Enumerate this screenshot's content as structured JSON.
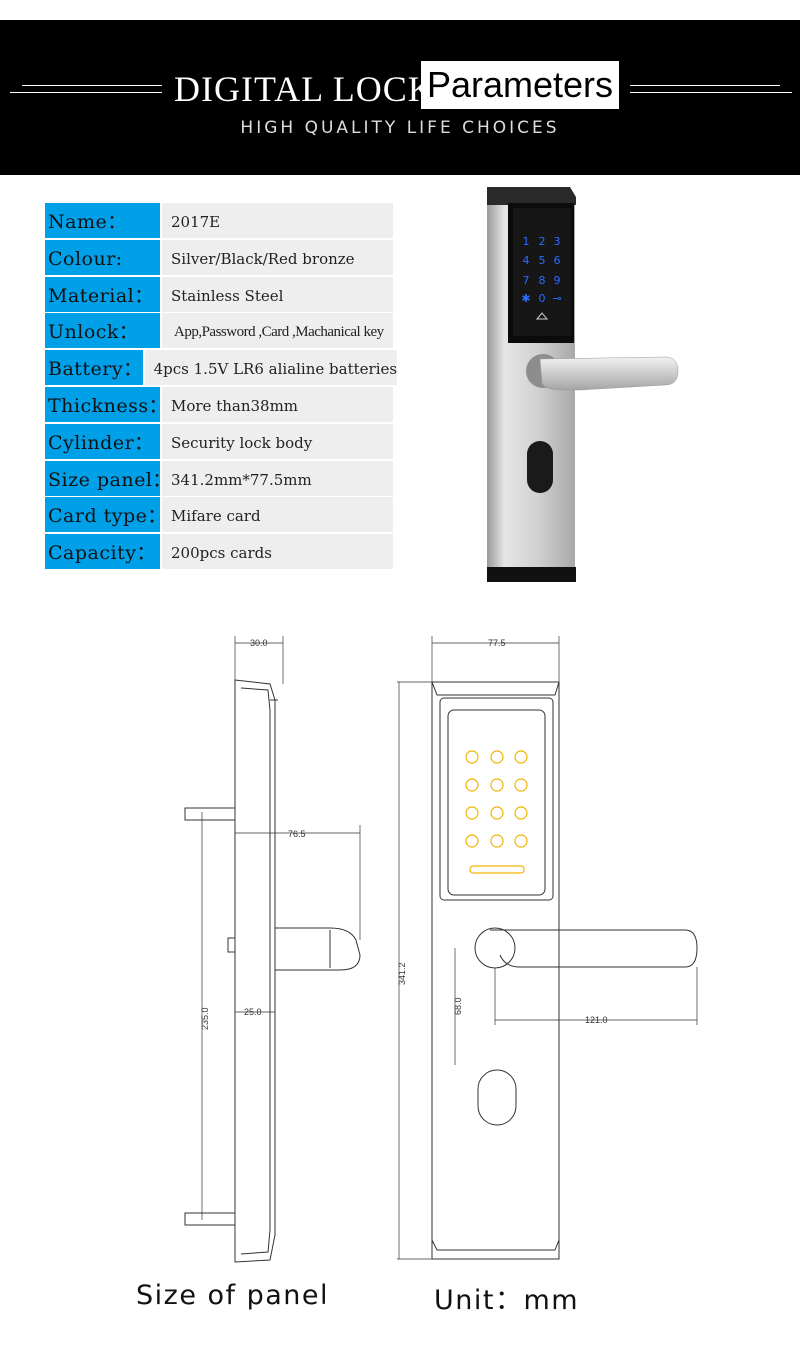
{
  "header": {
    "title_left": "DIGITAL LOCK",
    "title_right": "Parameters",
    "subtitle": "HIGH QUALITY LIFE CHOICES"
  },
  "specs": [
    {
      "label": "Name：",
      "value": "2017E"
    },
    {
      "label": "Colour:",
      "value": "Silver/Black/Red bronze"
    },
    {
      "label": "Material：",
      "value": "Stainless Steel"
    },
    {
      "label": "Unlock：",
      "value": "App,Password ,Card ,Machanical key"
    },
    {
      "label": "Battery：",
      "value": "4pcs 1.5V LR6 alialine batteries"
    },
    {
      "label": "Thickness：",
      "value": "More than38mm"
    },
    {
      "label": "Cylinder：",
      "value": "Security lock body"
    },
    {
      "label": "Size panel：",
      "value": "341.2mm*77.5mm"
    },
    {
      "label": "Card type：",
      "value": "Mifare card"
    },
    {
      "label": "Capacity：",
      "value": "200pcs cards"
    }
  ],
  "keypad": [
    "1",
    "2",
    "3",
    "4",
    "5",
    "6",
    "7",
    "8",
    "9",
    "✱",
    "0",
    "⊸"
  ],
  "dimensions": {
    "side_thickness": "30.0",
    "side_handle": "76.5",
    "side_height": "235.0",
    "side_offset": "25.0",
    "front_width": "77.5",
    "front_height": "341.2",
    "handle_drop": "68.0",
    "handle_length": "121.0"
  },
  "captions": {
    "left": "Size of panel",
    "right": "Unit：mm"
  },
  "colors": {
    "header_bg": "#000000",
    "label_bg": "#00a0e9",
    "value_bg": "#eeeeee",
    "keypad_glow": "#2a6cff",
    "drawing_keys": "#f0b400"
  }
}
